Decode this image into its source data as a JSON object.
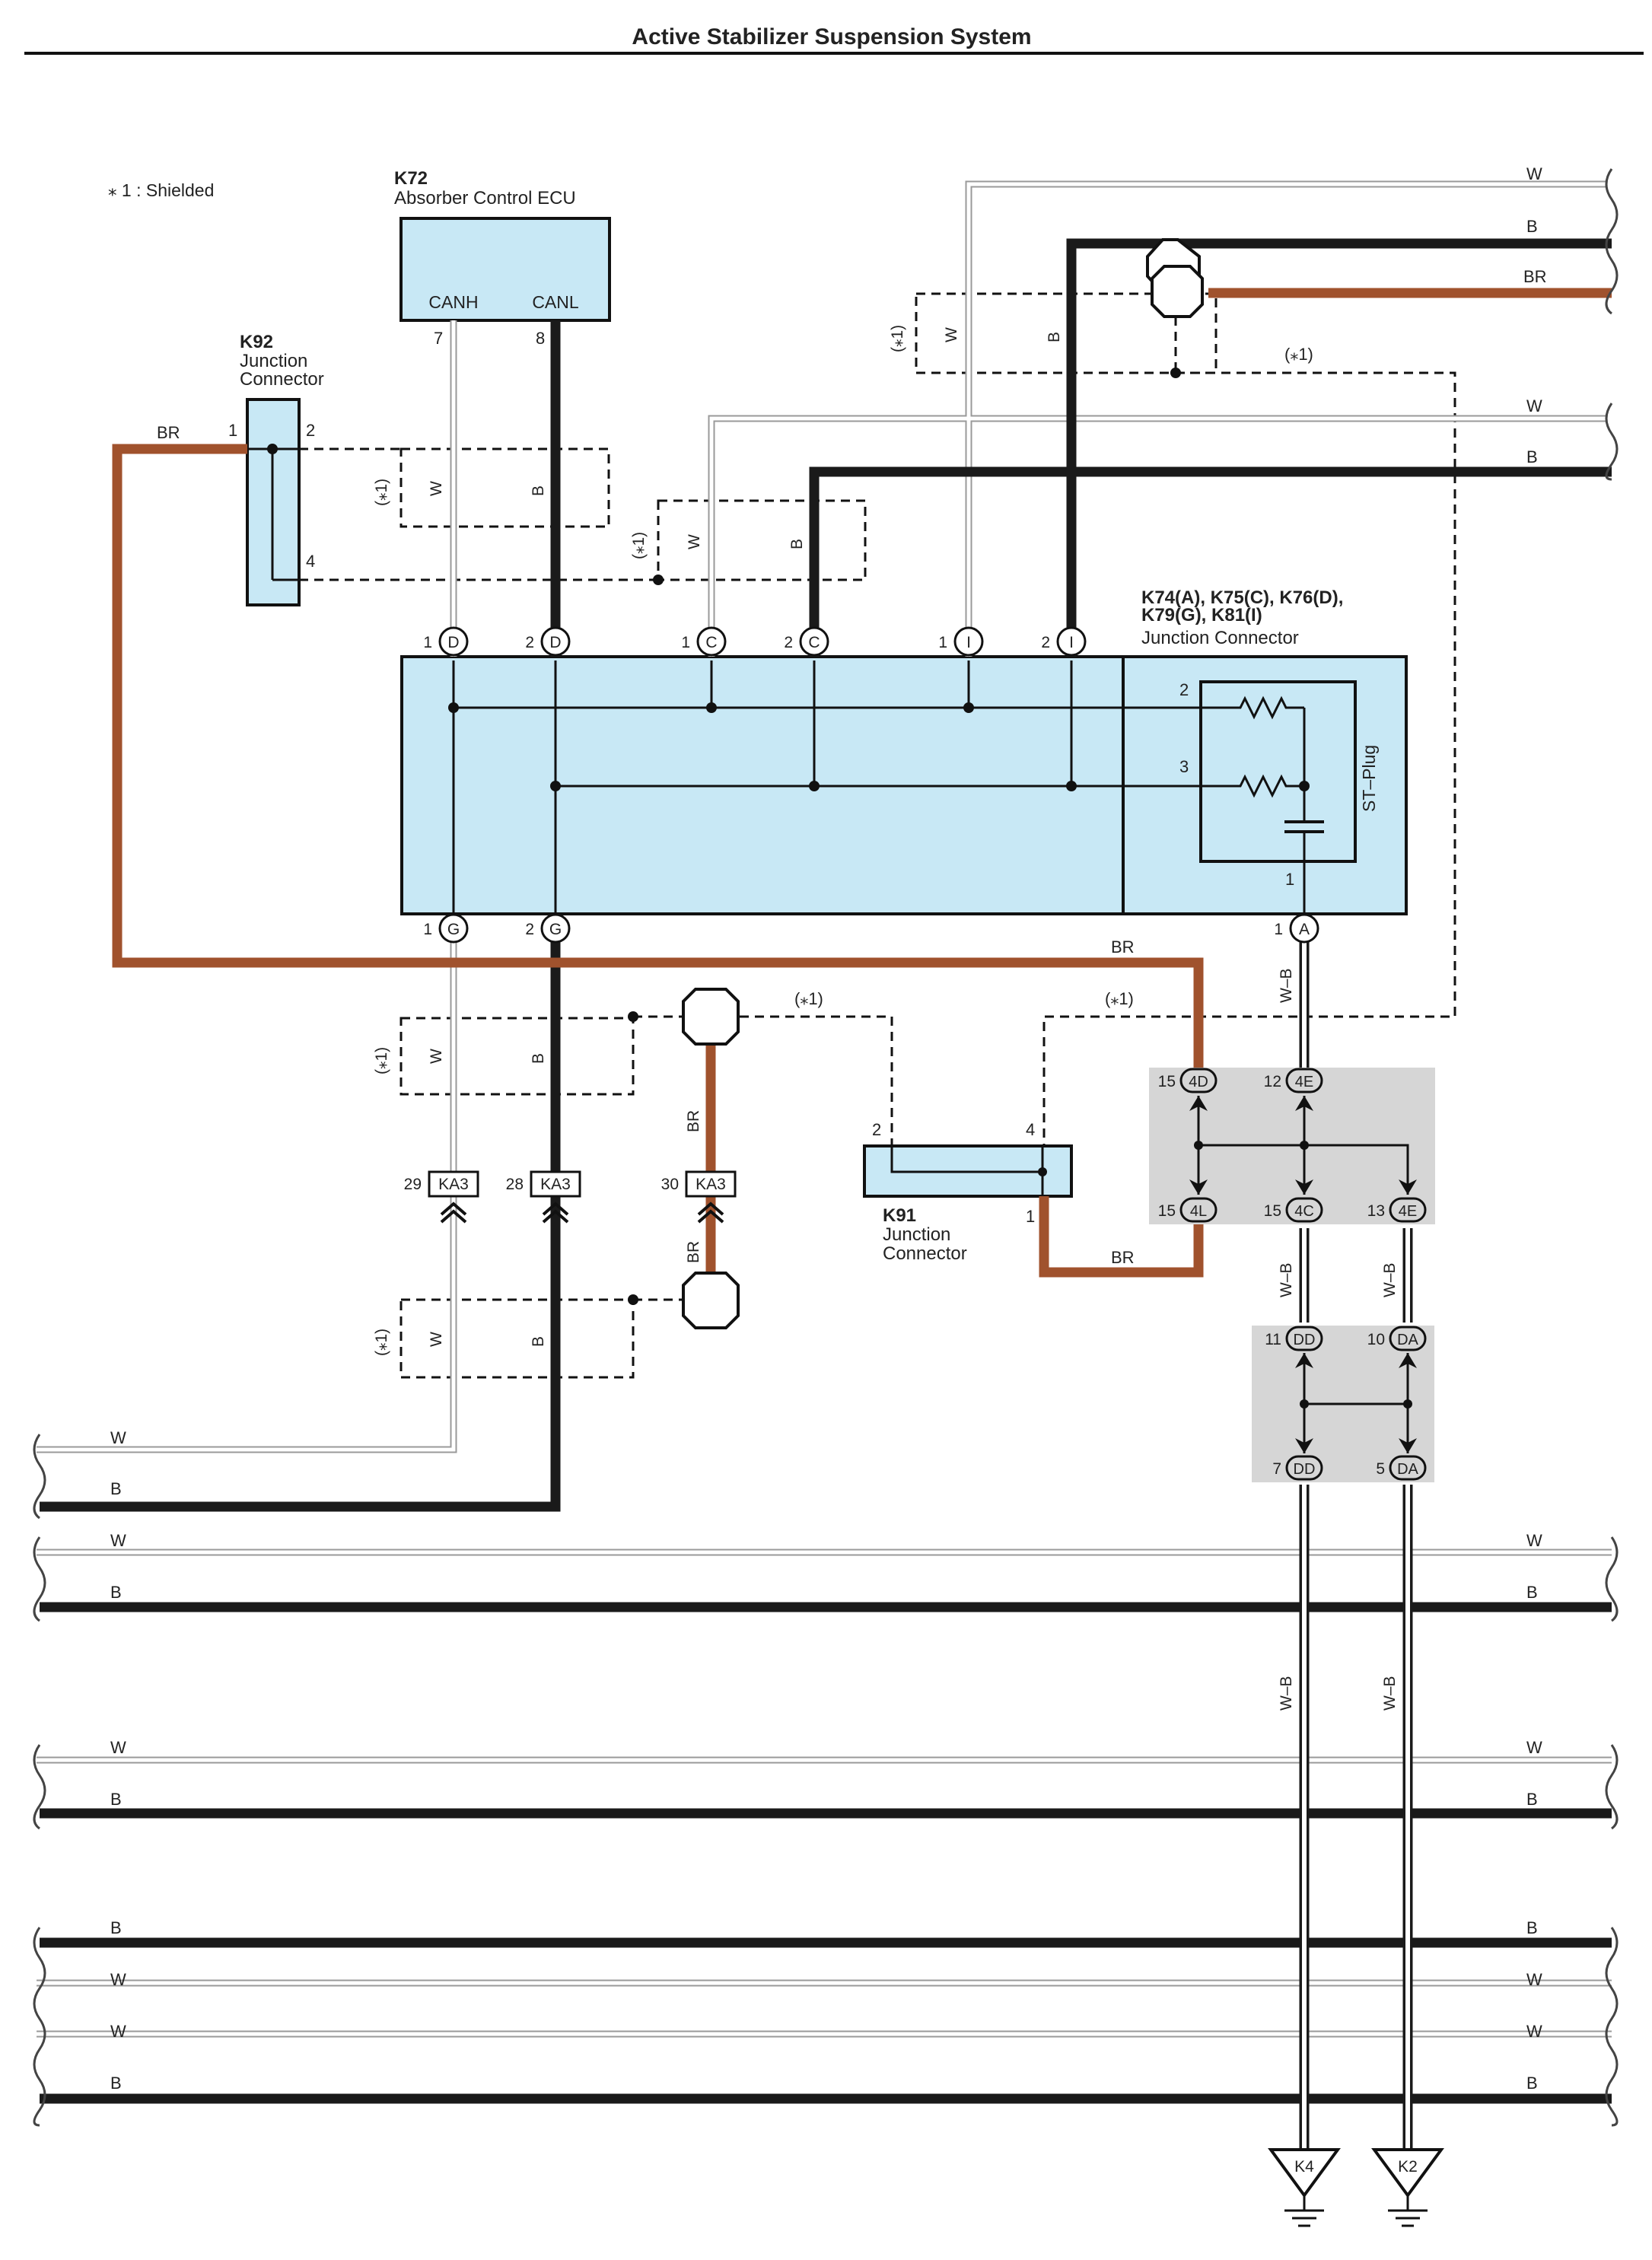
{
  "page": {
    "title": "Active Stabilizer Suspension System"
  },
  "legend": {
    "shielded_note": "⁎ 1 : Shielded"
  },
  "colors": {
    "W": "#c9c9c9",
    "B": "#1a1a1a",
    "BR": "#a0522d",
    "W-B": "#ffffff",
    "ecu_fill": "#c8e8f5",
    "group_fill": "#d6d6d6"
  },
  "components": {
    "k72": {
      "code": "K72",
      "name": "Absorber Control ECU",
      "pin_canh": "CANH",
      "pin_canl": "CANL",
      "pin7": "7",
      "pin8": "8"
    },
    "k92": {
      "code": "K92",
      "line1": "Junction",
      "line2": "Connector",
      "p1": "1",
      "p2": "2",
      "p4": "4"
    },
    "jc": {
      "line1": "K74(A), K75(C), K76(D),",
      "line2": "K79(G), K81(I)",
      "line3": "Junction Connector",
      "st_plug": "ST–Plug",
      "r2": "2",
      "r3": "3",
      "c1": "1"
    },
    "k91": {
      "code": "K91",
      "line1": "Junction",
      "line2": "Connector",
      "p2": "2",
      "p4": "4",
      "p1": "1"
    }
  },
  "top_pins": [
    {
      "num": "1",
      "letter": "D"
    },
    {
      "num": "2",
      "letter": "D"
    },
    {
      "num": "1",
      "letter": "C"
    },
    {
      "num": "2",
      "letter": "C"
    },
    {
      "num": "1",
      "letter": "I"
    },
    {
      "num": "2",
      "letter": "I"
    }
  ],
  "bottom_pins": [
    {
      "num": "1",
      "letter": "G"
    },
    {
      "num": "2",
      "letter": "G"
    },
    {
      "num": "1",
      "letter": "A"
    }
  ],
  "ka3": [
    {
      "num": "29",
      "code": "KA3"
    },
    {
      "num": "28",
      "code": "KA3"
    },
    {
      "num": "30",
      "code": "KA3"
    }
  ],
  "group1": [
    {
      "num": "15",
      "code": "4D"
    },
    {
      "num": "12",
      "code": "4E"
    },
    {
      "num": "15",
      "code": "4L"
    },
    {
      "num": "15",
      "code": "4C"
    },
    {
      "num": "13",
      "code": "4E"
    }
  ],
  "group2": [
    {
      "num": "11",
      "code": "DD"
    },
    {
      "num": "10",
      "code": "DA"
    },
    {
      "num": "7",
      "code": "DD"
    },
    {
      "num": "5",
      "code": "DA"
    }
  ],
  "grounds": {
    "k4": "K4",
    "k2": "K2"
  },
  "labels": {
    "W": "W",
    "B": "B",
    "BR": "BR",
    "WB": "W–B",
    "shield": "(⁎1)"
  }
}
